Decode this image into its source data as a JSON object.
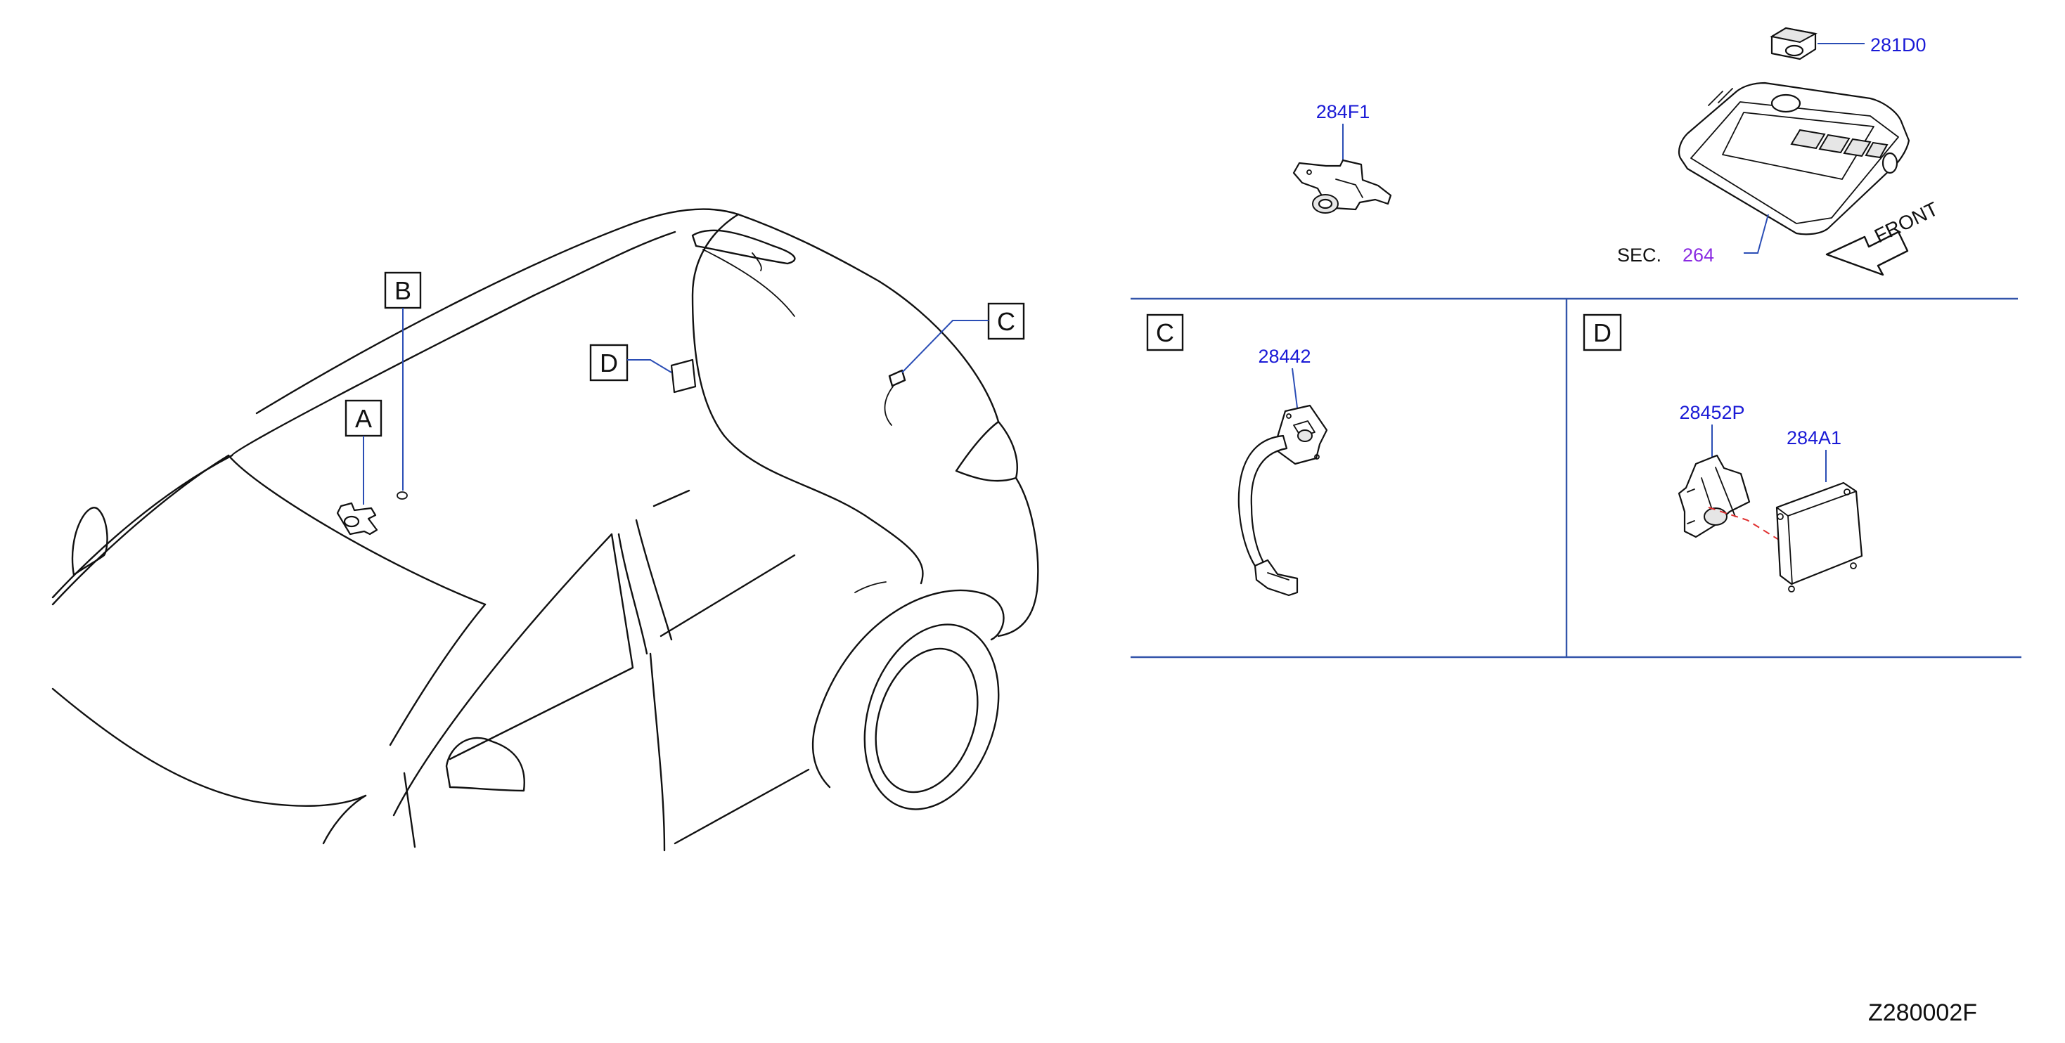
{
  "callouts": {
    "a": "A",
    "b": "B",
    "c": "C",
    "d": "D"
  },
  "section_boxes": {
    "c": "C",
    "d": "D"
  },
  "parts": {
    "p281d0": "281D0",
    "p284f1": "284F1",
    "p28442": "28442",
    "p28452p": "28452P",
    "p284a1": "284A1"
  },
  "section_ref": {
    "prefix": "SEC.",
    "number": "264"
  },
  "front_label": "FRONT",
  "drawing_id": "Z280002F",
  "colors": {
    "part_number": "#1a1ad6",
    "section_number": "#8a2be2",
    "leader": "#2a4db5",
    "dashed_link": "#e03030"
  }
}
